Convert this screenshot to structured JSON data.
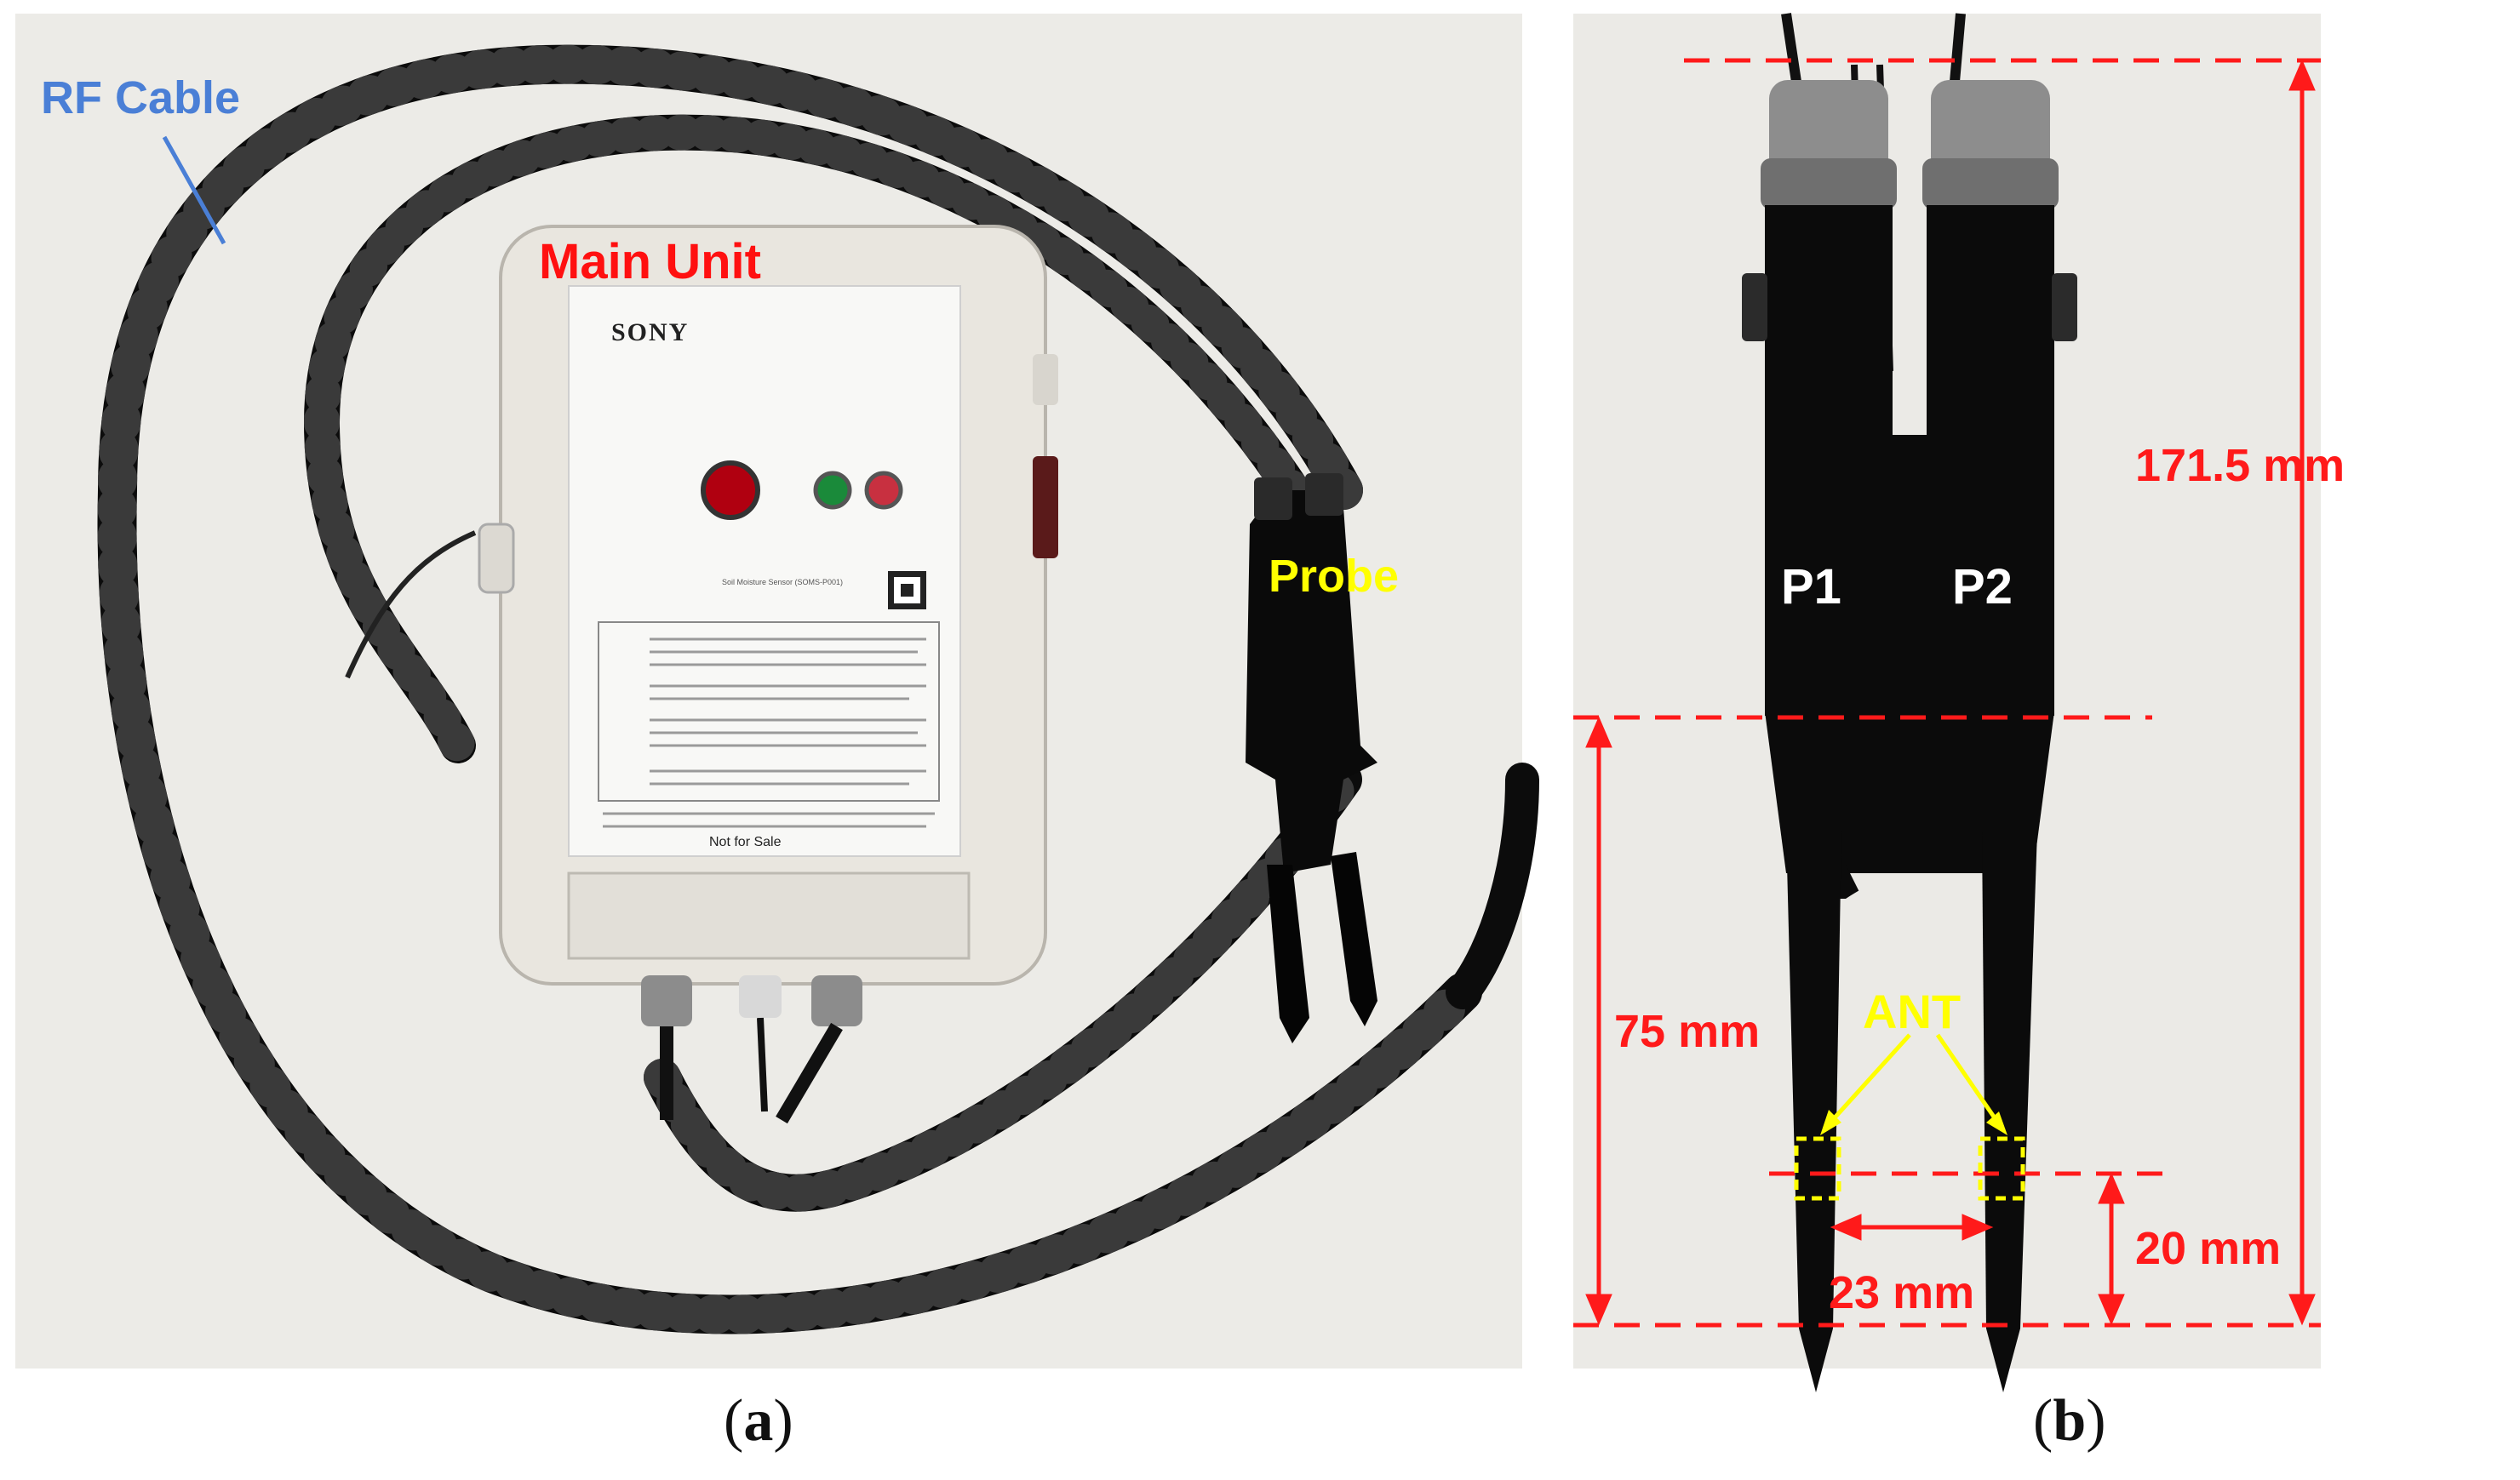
{
  "panel_a": {
    "labels": {
      "rf_cable": "RF Cable",
      "main_unit": "Main Unit",
      "probe": "Probe"
    },
    "device": {
      "brand": "SONY",
      "product_line": "Soil Moisture Sensor (SOMS-P001)",
      "footer": "Not for Sale"
    },
    "colors": {
      "label_red": "#ff1010",
      "label_yellow": "#ffff00",
      "label_blue": "#4a7fd6"
    }
  },
  "panel_b": {
    "labels": {
      "p1": "P1",
      "p2": "P2",
      "ant": "ANT"
    },
    "dimensions": {
      "total_height": "171.5 mm",
      "prong_length": "75 mm",
      "antenna_height": "20 mm",
      "antenna_spacing": "23 mm"
    },
    "colors": {
      "dim_red": "#ff1a1a",
      "ant_yellow": "#ffff00"
    }
  },
  "captions": {
    "a": {
      "open": "(",
      "letter": "a",
      "close": ")"
    },
    "b": {
      "open": "(",
      "letter": "b",
      "close": ")"
    }
  }
}
